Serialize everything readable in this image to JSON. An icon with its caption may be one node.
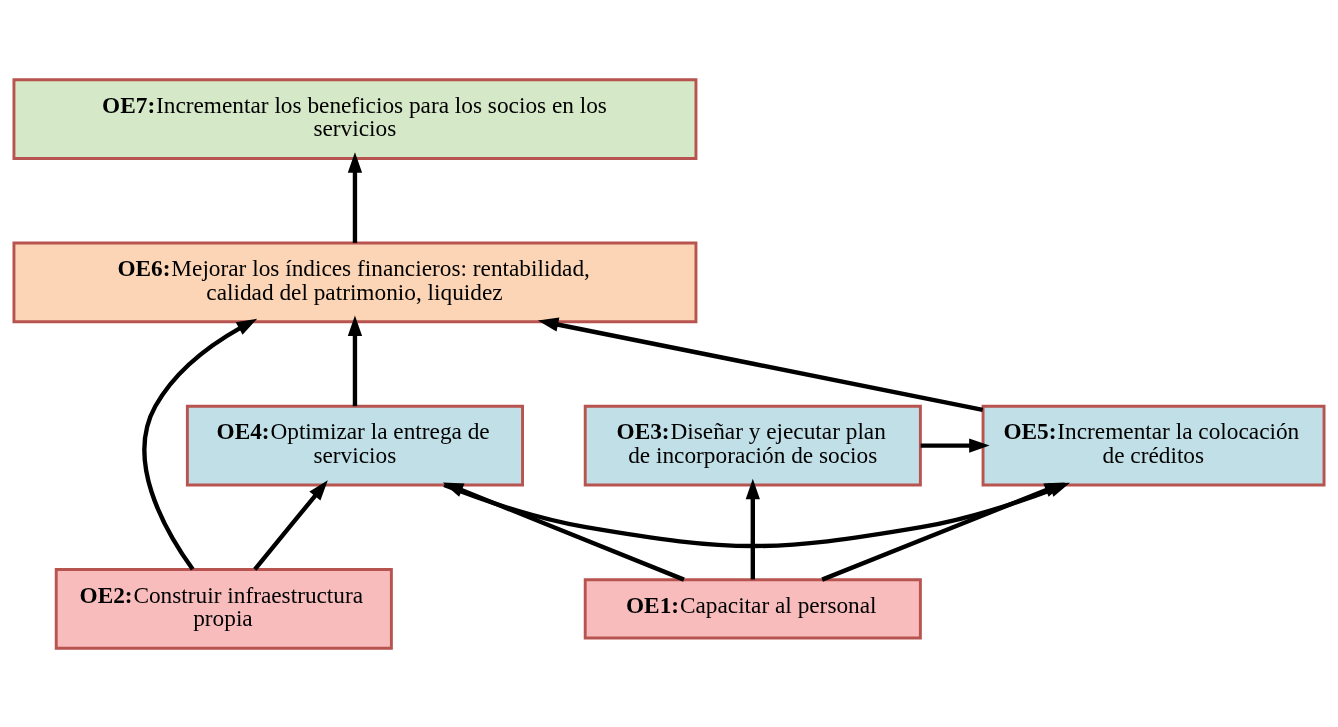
{
  "diagram": {
    "nodes": [
      {
        "text": [
          "OE7:",
          "Incrementar los beneficios para los socios en los servicios"
        ]
      },
      {
        "text": [
          "OE6:",
          "Mejorar los índices financieros: rentabilidad, calidad del patrimonio, liquidez"
        ]
      },
      {
        "text": [
          "OE4:",
          "Optimizar la entrega de servicios"
        ]
      },
      {
        "text": [
          "OE5:",
          "Incrementar la colocación de créditos"
        ]
      },
      {
        "text": [
          "OE3:",
          "Diseñar y ejecutar plan de incorporación de socios"
        ]
      },
      {
        "text": [
          "OE2:",
          "Construir infraestructura propia"
        ]
      },
      {
        "text": [
          "OE1:",
          "Capacitar al personal"
        ]
      }
    ],
    "edges": [
      {
        "from": 1,
        "to": 0,
        "arrow": "to"
      },
      {
        "from": 2,
        "to": 1,
        "arrow": "to"
      },
      {
        "from": 3,
        "to": 1,
        "arrow": "to"
      },
      {
        "from": 2,
        "to": 3,
        "arrow": "to"
      },
      {
        "from": 4,
        "to": 3,
        "arrow": "to"
      },
      {
        "from": 5,
        "to": 2,
        "arrow": "to"
      },
      {
        "from": 5,
        "to": 1,
        "arrow": "to"
      },
      {
        "from": 6,
        "to": 3,
        "arrow": "to"
      },
      {
        "from": 6,
        "to": 2,
        "arrow": "to"
      },
      {
        "from": 6,
        "to": 4,
        "arrow": "to"
      }
    ]
  }
}
